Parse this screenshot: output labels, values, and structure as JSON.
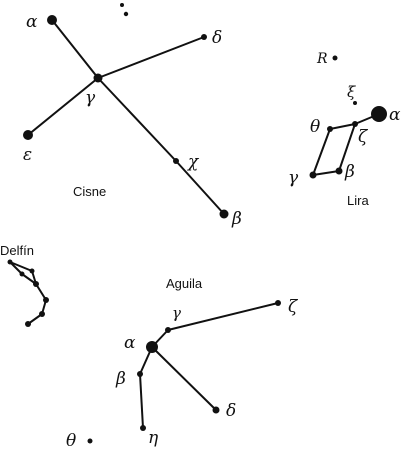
{
  "constellations": [
    {
      "id": "cisne",
      "name": "Cisne"
    },
    {
      "id": "lira",
      "name": "Lira"
    },
    {
      "id": "delfin",
      "name": "Delfín"
    },
    {
      "id": "aguila",
      "name": "Aguila"
    }
  ],
  "stars": {
    "cisne": {
      "alpha": "α",
      "delta": "δ",
      "gamma": "γ",
      "epsilon": "ε",
      "chi": "χ",
      "beta": "β"
    },
    "lira": {
      "R": "R",
      "xi": "ξ",
      "alpha": "α",
      "theta": "θ",
      "zeta": "ζ",
      "gamma": "γ",
      "beta": "β"
    },
    "aguila": {
      "gamma": "γ",
      "zeta": "ζ",
      "alpha": "α",
      "beta": "β",
      "delta": "δ",
      "eta": "η",
      "theta": "θ"
    }
  }
}
